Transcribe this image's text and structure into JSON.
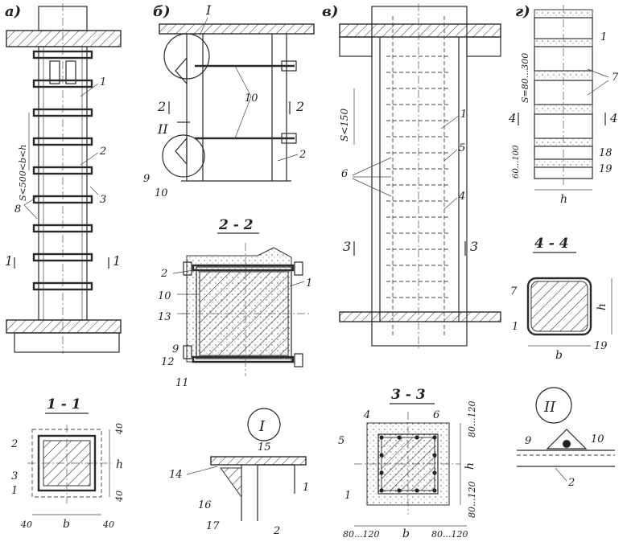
{
  "views": {
    "a": "а)",
    "b": "б)",
    "v": "в)",
    "g": "г)"
  },
  "sections": {
    "s11": "1 - 1",
    "s22": "2 - 2",
    "s33": "3 - 3",
    "s44": "4 - 4",
    "detI": "I",
    "detII": "II"
  },
  "cuts": {
    "c1": "1",
    "c2": "2",
    "c3": "3",
    "c4": "4"
  },
  "dims": {
    "spacing_a": "S<500<b<h",
    "spacing_v": "S<150",
    "spacing_g": "S=80...300",
    "gap_g": "60...100",
    "d40": "40",
    "d80_120": "80...120",
    "h": "h",
    "b": "b"
  },
  "refs": {
    "r1": "1",
    "r2": "2",
    "r3": "3",
    "r4": "4",
    "r5": "5",
    "r6": "6",
    "r7": "7",
    "r8": "8",
    "r9": "9",
    "r10": "10",
    "r11": "11",
    "r12": "12",
    "r13": "13",
    "r14": "14",
    "r15": "15",
    "r16": "16",
    "r17": "17",
    "r18": "18",
    "r19": "19",
    "rI": "I",
    "rII": "II"
  }
}
